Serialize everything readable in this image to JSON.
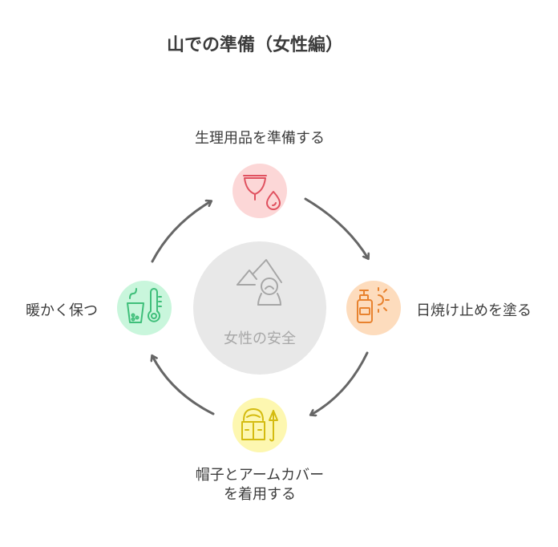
{
  "title": "山での準備（女性編）",
  "center": {
    "label": "女性の安全",
    "color": "#e8e8e8",
    "icon": "mountain-woman-icon"
  },
  "nodes": [
    {
      "id": "top",
      "label": "生理用品を準備する",
      "color": "#fcd7d7",
      "stroke": "#e0515f",
      "icon": "menstrual-cup-drop-icon"
    },
    {
      "id": "right",
      "label": "日焼け止めを塗る",
      "color": "#fddcbd",
      "stroke": "#e8822e",
      "icon": "sunscreen-sun-icon"
    },
    {
      "id": "bottom",
      "label_line1": "帽子とアームカバー",
      "label_line2": "を着用する",
      "color": "#fdf7b0",
      "stroke": "#d4bb10",
      "icon": "raincoat-umbrella-icon"
    },
    {
      "id": "left",
      "label": "暖かく保つ",
      "color": "#c9f6dc",
      "stroke": "#3fbf7a",
      "icon": "hot-drink-thermometer-icon"
    }
  ],
  "arrow_color": "#666666"
}
